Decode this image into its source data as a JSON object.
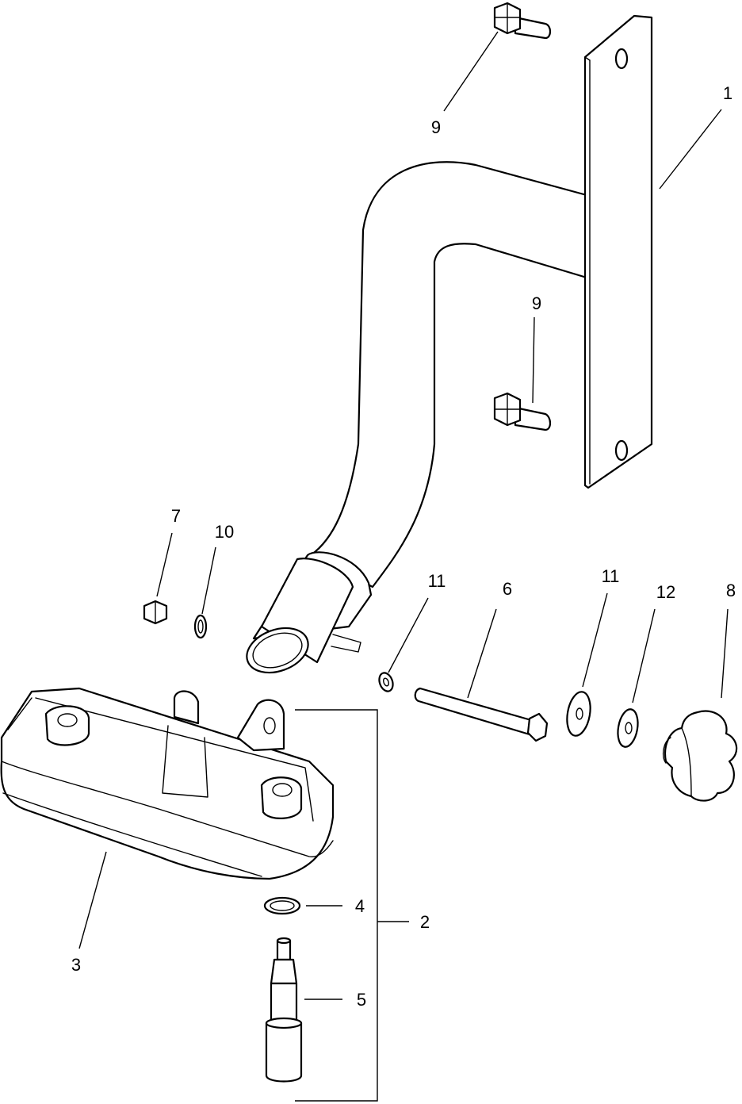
{
  "diagram": {
    "callouts": [
      {
        "id": "c1",
        "label": "1"
      },
      {
        "id": "c2",
        "label": "2"
      },
      {
        "id": "c3",
        "label": "3"
      },
      {
        "id": "c4",
        "label": "4"
      },
      {
        "id": "c5",
        "label": "5"
      },
      {
        "id": "c6",
        "label": "6"
      },
      {
        "id": "c7",
        "label": "7"
      },
      {
        "id": "c8",
        "label": "8"
      },
      {
        "id": "c9a",
        "label": "9"
      },
      {
        "id": "c9b",
        "label": "9"
      },
      {
        "id": "c10",
        "label": "10"
      },
      {
        "id": "c11a",
        "label": "11"
      },
      {
        "id": "c11b",
        "label": "11"
      },
      {
        "id": "c12",
        "label": "12"
      }
    ]
  }
}
